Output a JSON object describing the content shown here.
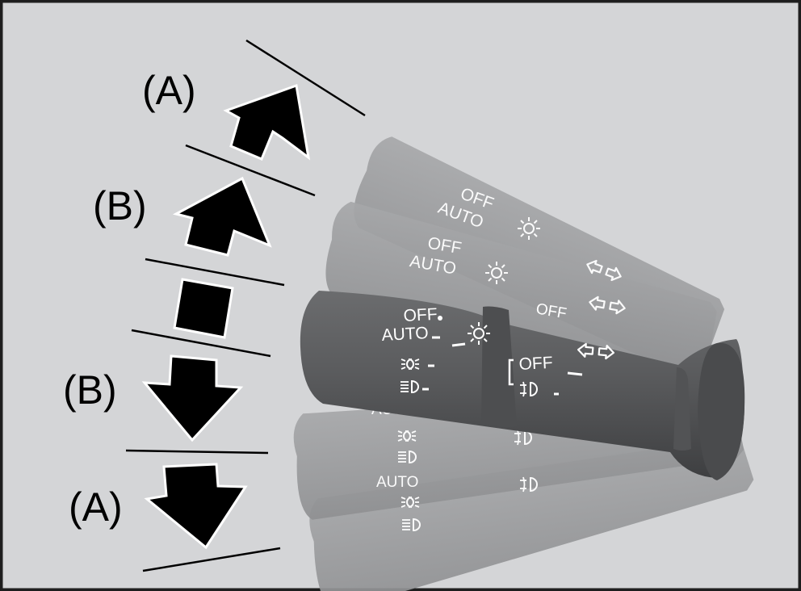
{
  "colors": {
    "background": "#d4d5d7",
    "border": "#1f1f1f",
    "lever_active": "#5a5b5d",
    "lever_ghost": "#9b9c9e",
    "arrow": "#000000"
  },
  "labels": {
    "upper_a": "(A)",
    "upper_b": "(B)",
    "lower_b": "(B)",
    "lower_a": "(A)"
  },
  "lever": {
    "light_off": "OFF",
    "light_auto": "AUTO",
    "fog_off": "OFF"
  },
  "icons": {
    "arrows": [
      "arrow-up",
      "arrow-up",
      "neutral-square",
      "arrow-down",
      "arrow-down"
    ],
    "lever_symbols": [
      "headlight-icon",
      "parking-light-icon",
      "high-beam-icon",
      "fog-light-icon",
      "double-arrow-icon"
    ]
  }
}
